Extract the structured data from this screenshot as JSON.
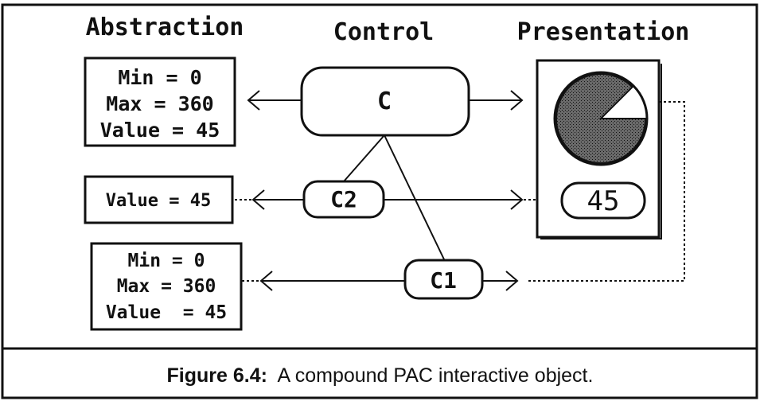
{
  "headers": {
    "abstraction": "Abstraction",
    "control": "Control",
    "presentation": "Presentation"
  },
  "abstraction_top": {
    "line1": "Min = 0",
    "line2": "Max = 360",
    "line3": "Value = 45"
  },
  "abstraction_middle": {
    "line1": "Value = 45"
  },
  "abstraction_bottom": {
    "line1": "Min = 0",
    "line2": "Max = 360",
    "line3": "Value  = 45"
  },
  "controls": {
    "c": "C",
    "c2": "C2",
    "c1": "C1"
  },
  "presentation": {
    "dial_value_degrees": 45,
    "dial_max_degrees": 360,
    "readout": "45"
  },
  "caption": {
    "label": "Figure 6.4:",
    "text": "A compound PAC interactive object."
  },
  "colors": {
    "ink": "#111111",
    "dial_fill": "#555555"
  }
}
